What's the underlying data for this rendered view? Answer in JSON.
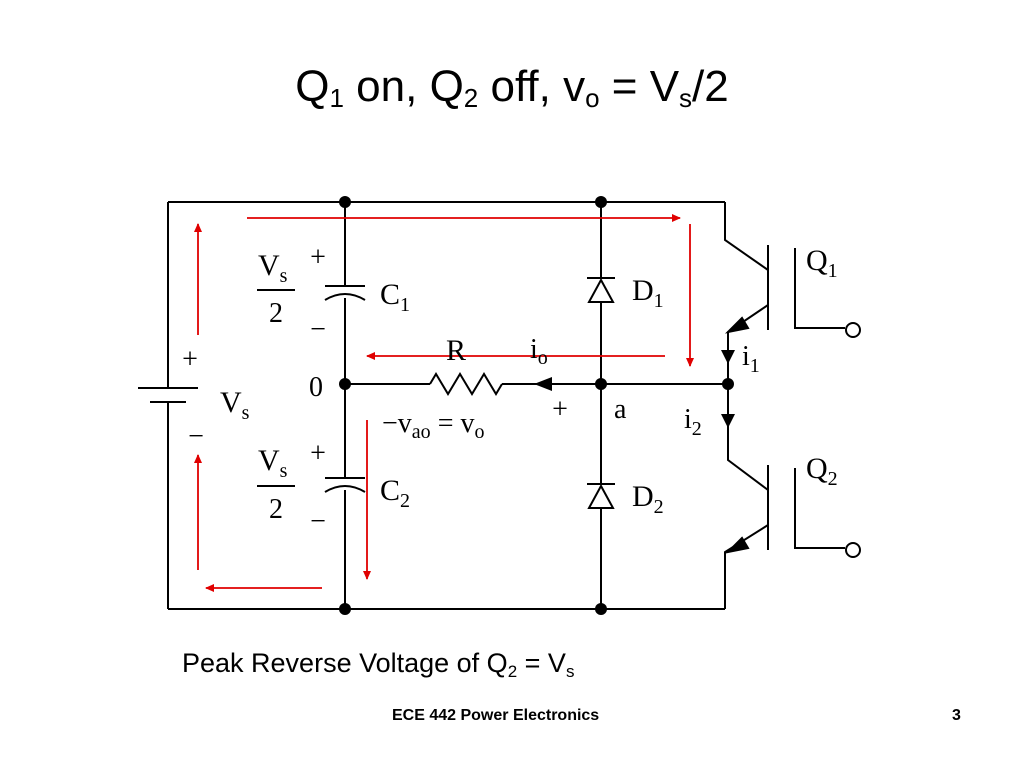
{
  "title": {
    "q1": "Q",
    "q1_sub": "1",
    "q1_state": " on, ",
    "q2": "Q",
    "q2_sub": "2",
    "q2_state": " off, v",
    "vo_sub": "o",
    "eq": " = V",
    "vs_sub": "s",
    "tail": "/2"
  },
  "circuit": {
    "source_plus": "+",
    "source_minus": "−",
    "source_label": "V",
    "source_sub": "s",
    "cap_top_num": "V",
    "cap_top_num_sub": "s",
    "cap_top_den": "2",
    "cap_top_plus": "+",
    "cap_top_minus": "−",
    "c1_label": "C",
    "c1_sub": "1",
    "cap_bot_num": "V",
    "cap_bot_num_sub": "s",
    "cap_bot_den": "2",
    "cap_bot_plus": "+",
    "cap_bot_minus": "−",
    "c2_label": "C",
    "c2_sub": "2",
    "node_zero": "0",
    "node_a": "a",
    "resistor_label": "R",
    "io_label": "i",
    "io_sub": "o",
    "vao_minus": "−",
    "vao_label": "v",
    "vao_sub": "ao",
    "vao_eq": " = v",
    "vao_eq_sub": "o",
    "vao_plus": "+",
    "d1_label": "D",
    "d1_sub": "1",
    "d2_label": "D",
    "d2_sub": "2",
    "q1_label": "Q",
    "q1_sub": "1",
    "q2_label": "Q",
    "q2_sub": "2",
    "i1_label": "i",
    "i1_sub": "1",
    "i2_label": "i",
    "i2_sub": "2",
    "current_path_color": "#e00000"
  },
  "caption": {
    "text": "Peak Reverse Voltage of Q",
    "q_sub": "2",
    "eq": " = V",
    "v_sub": "s"
  },
  "footer": {
    "course": "ECE 442 Power Electronics",
    "page": "3"
  }
}
